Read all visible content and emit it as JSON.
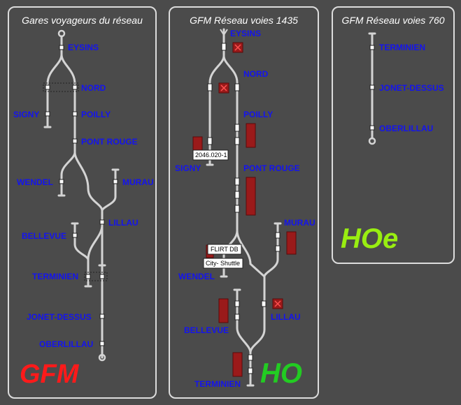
{
  "panels": [
    {
      "title": "Gares voyageurs du réseau",
      "logo": "GFM",
      "logo_color": "#ff1a1a"
    },
    {
      "title": "GFM Réseau voies 1435",
      "logo": "HO",
      "logo_color": "#22cc22"
    },
    {
      "title": "GFM Réseau voies 760",
      "logo": "HOe",
      "logo_color": "#99ee11"
    }
  ],
  "stations_left": {
    "eysins": "EYSINS",
    "nord": "NORD",
    "signy": "SIGNY",
    "poilly": "POILLY",
    "pont_rouge": "PONT ROUGE",
    "wendel": "WENDEL",
    "murau": "MURAU",
    "lillau": "LILLAU",
    "bellevue": "BELLEVUE",
    "terminien": "TERMINIEN",
    "jonet_dessus": "JONET-DESSUS",
    "oberlillau": "OBERLILLAU"
  },
  "stations_mid": {
    "eysins": "EYSINS",
    "nord": "NORD",
    "poilly": "POILLY",
    "signy": "SIGNY",
    "pont_rouge": "PONT ROUGE",
    "murau": "MURAU",
    "wendel": "WENDEL",
    "bellevue": "BELLEVUE",
    "lillau": "LILLAU",
    "terminien": "TERMINIEN"
  },
  "stations_right": {
    "terminien": "TERMINIEN",
    "jonet_dessus": "JONET-DESSUS",
    "oberlillau": "OBERLILLAU"
  },
  "train_tags": {
    "loco": "2046.020-1",
    "flirt": "FLIRT DB",
    "shuttle": "City- Shuttle"
  },
  "colors": {
    "background": "#4b4b4b",
    "panel_border": "#dcdcdc",
    "station_label": "#1414ee",
    "track": "#d4d4d4",
    "train": "#9a1a1a"
  }
}
